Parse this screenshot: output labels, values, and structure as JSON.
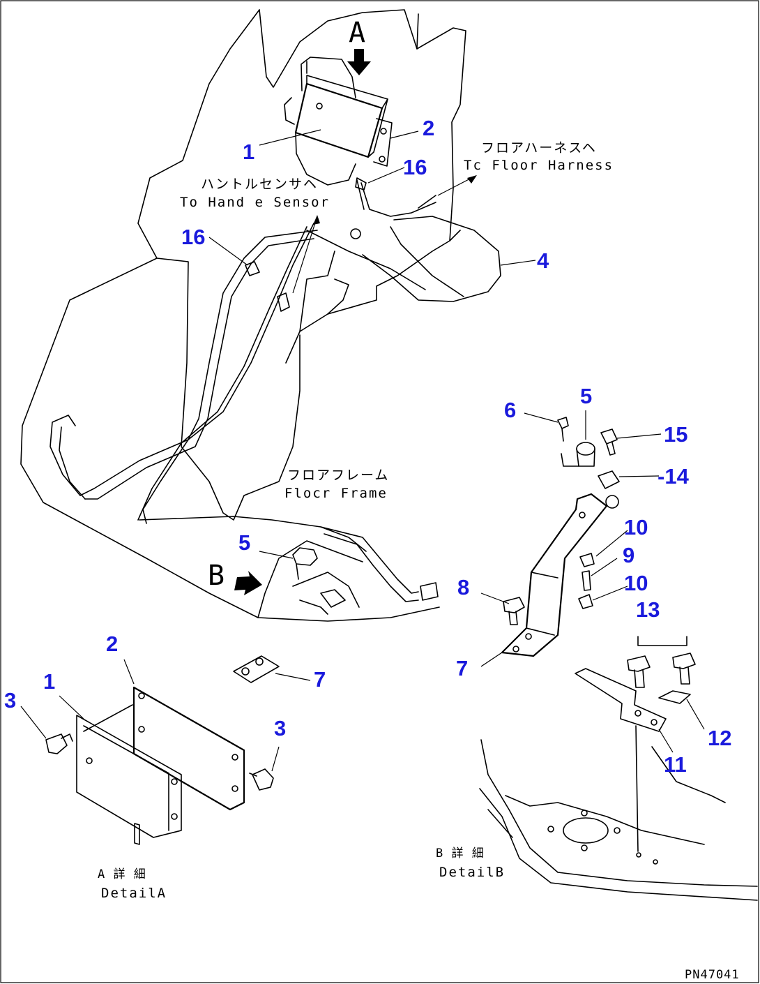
{
  "diagram": {
    "part_number_color": "#1a1adc",
    "line_color": "#000000",
    "view_letters": {
      "a": "A",
      "b": "B"
    },
    "captions": {
      "handle_sensor_jp": "ハントルセンサヘ",
      "handle_sensor_en": "To Hand e Sensor",
      "floor_harness_jp": "フロアハーネスヘ",
      "floor_harness_en": "Tc Floor Harness",
      "floor_frame_jp": "フロアフレーム",
      "floor_frame_en": "Flocr Frame",
      "detail_a_jp": "A 詳 細",
      "detail_a_en": "DetailA",
      "detail_b_jp": "B 詳 細",
      "detail_b_en": "DetailB",
      "drawing_code": "PN47041"
    },
    "part_labels": [
      {
        "id": "p1-main",
        "text": "1"
      },
      {
        "id": "p2-main",
        "text": "2"
      },
      {
        "id": "p16-top",
        "text": "16"
      },
      {
        "id": "p16-left",
        "text": "16"
      },
      {
        "id": "p4",
        "text": "4"
      },
      {
        "id": "p5-main",
        "text": "5"
      },
      {
        "id": "p6",
        "text": "6"
      },
      {
        "id": "p5-b",
        "text": "5"
      },
      {
        "id": "p15",
        "text": "15"
      },
      {
        "id": "p14",
        "text": "-14"
      },
      {
        "id": "p10-a",
        "text": "10"
      },
      {
        "id": "p9",
        "text": "9"
      },
      {
        "id": "p10-b",
        "text": "10"
      },
      {
        "id": "p8",
        "text": "8"
      },
      {
        "id": "p13",
        "text": "13"
      },
      {
        "id": "p7-b",
        "text": "7"
      },
      {
        "id": "p12",
        "text": "12"
      },
      {
        "id": "p11",
        "text": "11"
      },
      {
        "id": "p2-a",
        "text": "2"
      },
      {
        "id": "p1-a",
        "text": "1"
      },
      {
        "id": "p3-left",
        "text": "3"
      },
      {
        "id": "p3-right",
        "text": "3"
      },
      {
        "id": "p7-mid",
        "text": "7"
      }
    ]
  }
}
